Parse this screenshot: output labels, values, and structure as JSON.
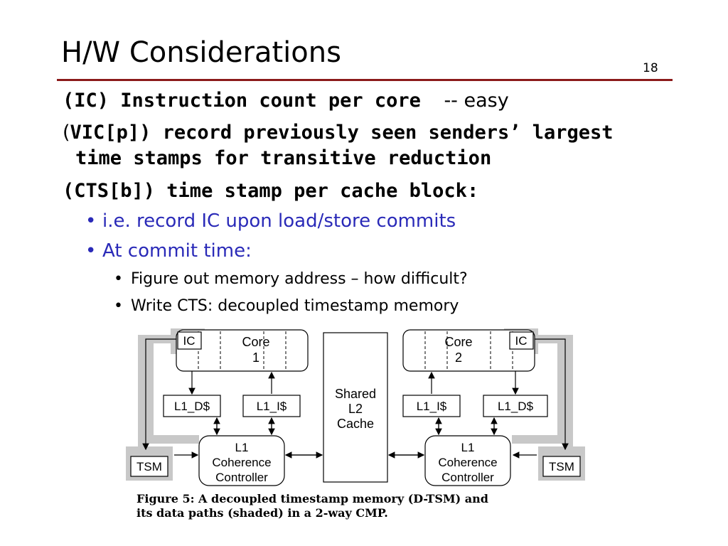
{
  "slide": {
    "title": "H/W Considerations",
    "number": "18"
  },
  "bullets": {
    "ic": {
      "bold": "(IC) Instruction count per core",
      "rest": "-- easy"
    },
    "vic_open": "(",
    "vic_line1": "VIC[p]) record previously seen senders’ largest",
    "vic_line2": "time stamps for transitive reduction",
    "cts": "(CTS[b]) time stamp per cache block:",
    "sub1": "i.e. record IC upon load/store commits",
    "sub2": "At commit time:",
    "subsub1": "Figure out memory address – how difficult?",
    "subsub2": "Write CTS: decoupled timestamp memory",
    "bullet_char": "•"
  },
  "diagram": {
    "ic_label": "IC",
    "core1_top": "Core",
    "core1_num": "1",
    "core2_top": "Core",
    "core2_num": "2",
    "l1d": "L1_D$",
    "l1i": "L1_I$",
    "shared_l2": [
      "Shared",
      "L2",
      "Cache"
    ],
    "coherence": [
      "L1",
      "Coherence",
      "Controller"
    ],
    "tsm": "TSM",
    "shade_color": "#c8c8c8"
  },
  "caption": {
    "line1": "Figure 5: A decoupled timestamp memory (D-TSM) and",
    "line2": "its data paths (shaded) in a 2-way CMP."
  }
}
